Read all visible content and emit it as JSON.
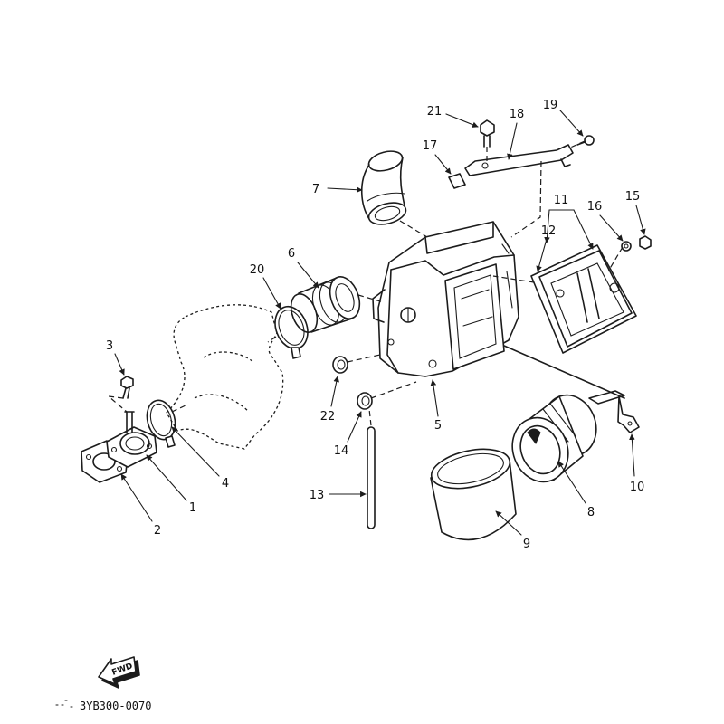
{
  "diagram": {
    "callouts": [
      "21",
      "18",
      "19",
      "17",
      "7",
      "11",
      "16",
      "15",
      "12",
      "6",
      "20",
      "3",
      "22",
      "5",
      "14",
      "4",
      "1",
      "10",
      "13",
      "8",
      "2",
      "9"
    ],
    "fwd_label": "FWD",
    "code": "3YB300-0070"
  }
}
